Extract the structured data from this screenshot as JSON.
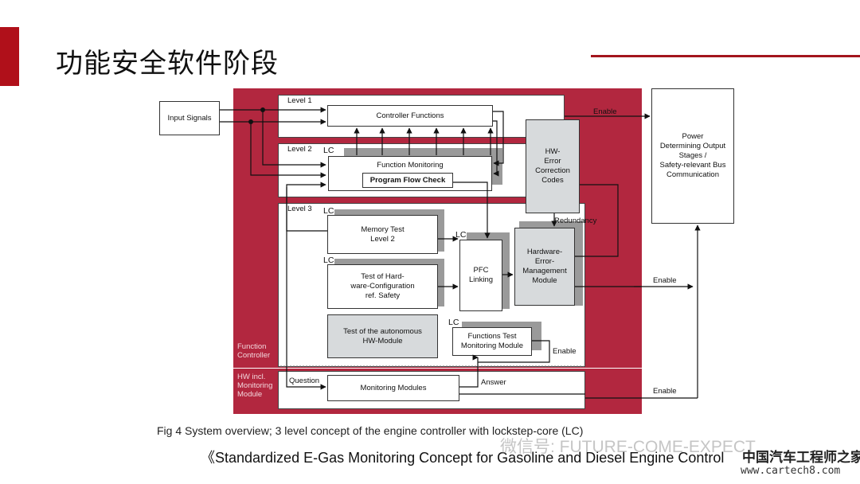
{
  "slide": {
    "title": "功能安全软件阶段"
  },
  "diagram": {
    "input_signals": "Input Signals",
    "level1": "Level 1",
    "level2": "Level 2",
    "level3": "Level 3",
    "lc": "LC",
    "controller_functions": "Controller Functions",
    "function_monitoring": "Function Monitoring",
    "program_flow_check": "Program Flow Check",
    "memory_test": "Memory Test\nLevel 2",
    "test_hw_config": "Test of Hard-\nware-Configuration\nref. Safety",
    "test_autonomous": "Test of the autonomous\nHW-Module",
    "pfc_linking": "PFC\nLinking",
    "functions_test": "Functions Test\nMonitoring Module",
    "hw_error_mgmt": "Hardware-\nError-\nManagement\nModule",
    "hw_error_codes": "HW-\nError\nCorrection\nCodes",
    "redundancy": "Redundancy",
    "power_box": "Power\nDetermining Output\nStages /\nSafety-relevant Bus\nCommunication",
    "enable": "Enable",
    "function_controller": "Function\nController",
    "hw_monitoring": "HW incl.\nMonitoring\nModule",
    "question": "Question",
    "answer": "Answer",
    "monitoring_modules": "Monitoring Modules"
  },
  "caption": "Fig 4 System overview; 3 level concept of the engine controller with lockstep-core (LC)",
  "reference": "《Standardized E-Gas Monitoring Concept for Gasoline and Diesel Engine Control",
  "watermark": {
    "wechat": "微信号: FUTURE-COME-EXPECT",
    "site_name": "中国汽车工程师之家",
    "url": "www.cartech8.com"
  }
}
